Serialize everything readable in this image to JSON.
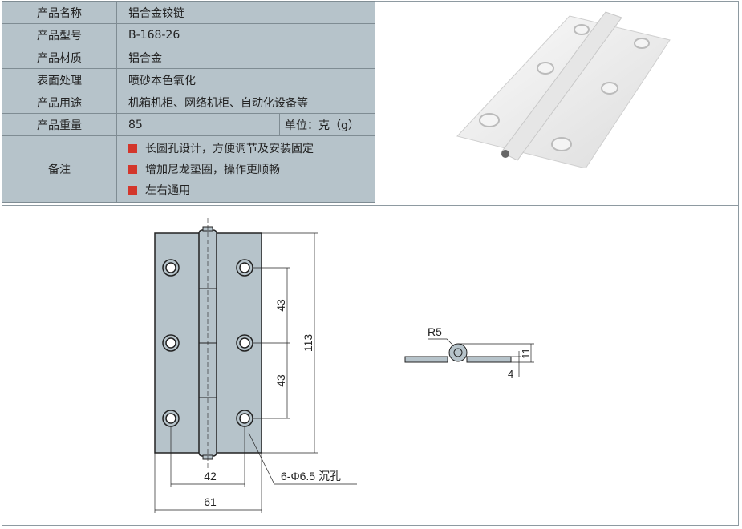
{
  "specs": [
    {
      "label": "产品名称",
      "value": "铝合金铰链"
    },
    {
      "label": "产品型号",
      "value": "B-168-26"
    },
    {
      "label": "产品材质",
      "value": "铝合金"
    },
    {
      "label": "表面处理",
      "value": "喷砂本色氧化"
    },
    {
      "label": "产品用途",
      "value": "机箱机柜、网络机柜、自动化设备等"
    },
    {
      "label": "产品重量",
      "value": "85",
      "unit": "单位：克（g）"
    }
  ],
  "notes": {
    "label": "备注",
    "items": [
      "长圆孔设计，方便调节及安装固定",
      "增加尼龙垫圈，操作更顺畅",
      "左右通用"
    ],
    "bullet_color": "#d3362b"
  },
  "drawing": {
    "dim_height": "113",
    "dim_pitch_1": "43",
    "dim_pitch_2": "43",
    "dim_hole_span": "42",
    "dim_width": "61",
    "hole_note": "6-Φ6.5 沉孔",
    "radius": "R5",
    "dim_knuckle": "11",
    "dim_thickness": "4"
  }
}
